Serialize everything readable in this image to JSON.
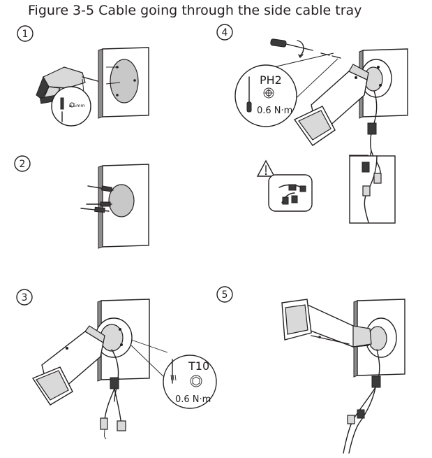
{
  "figure": {
    "title": "Figure 3-5 Cable going through the side cable tray"
  },
  "steps": [
    {
      "number": "1",
      "drill_size": "⌀ 5mm"
    },
    {
      "number": "2"
    },
    {
      "number": "3",
      "bit": "T10",
      "torque": "0.6 N·m"
    },
    {
      "number": "4",
      "bit": "PH2",
      "torque": "0.6 N·m"
    },
    {
      "number": "5"
    }
  ],
  "icons": {
    "warning": "warning-triangle-icon",
    "cross_head": "phillips-cross-icon",
    "torx": "torx-hexalobe-icon"
  }
}
